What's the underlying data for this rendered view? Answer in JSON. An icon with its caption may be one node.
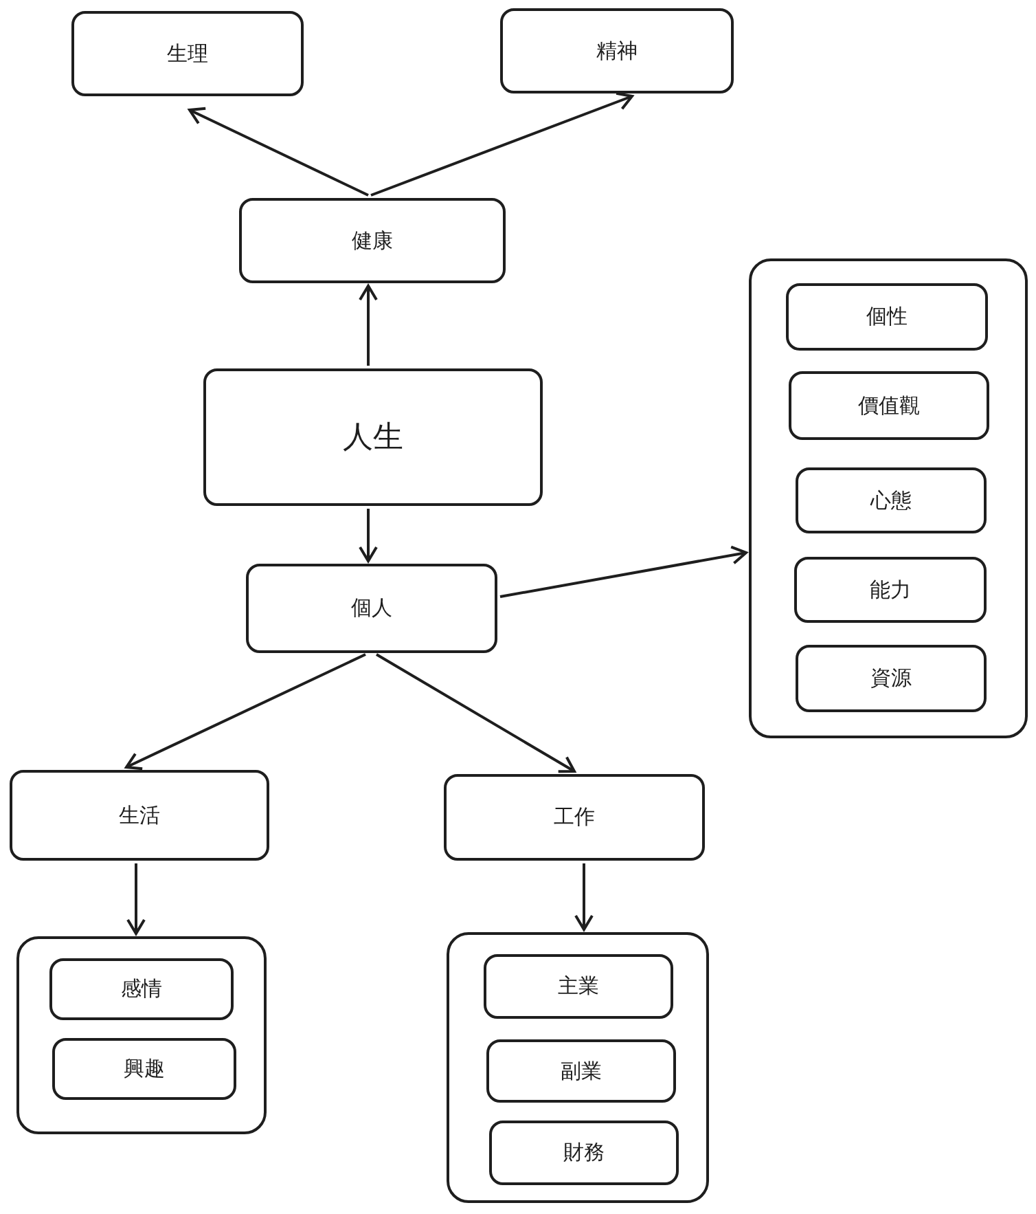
{
  "diagram": {
    "nodes": [
      {
        "text": [
          "生理"
        ]
      },
      {
        "text": [
          "精神"
        ]
      },
      {
        "text": [
          "健康"
        ]
      },
      {
        "text": [
          "人生"
        ]
      },
      {
        "text": [
          "個人"
        ]
      },
      {
        "text": [],
        "shape": "box"
      },
      {
        "text": [
          "個性"
        ],
        "in": 5
      },
      {
        "text": [
          "價值觀"
        ],
        "in": 5
      },
      {
        "text": [
          "心態"
        ],
        "in": 5
      },
      {
        "text": [
          "能力"
        ],
        "in": 5
      },
      {
        "text": [
          "資源"
        ],
        "in": 5
      },
      {
        "text": [
          "生活"
        ]
      },
      {
        "text": [
          "工作"
        ]
      },
      {
        "text": [],
        "shape": "box"
      },
      {
        "text": [
          "感情"
        ],
        "in": 13
      },
      {
        "text": [
          "興趣"
        ],
        "in": 13
      },
      {
        "text": [],
        "shape": "box"
      },
      {
        "text": [
          "主業"
        ],
        "in": 16
      },
      {
        "text": [
          "副業"
        ],
        "in": 16
      },
      {
        "text": [
          "財務"
        ],
        "in": 16
      }
    ],
    "edges": [
      {
        "from": 2,
        "to": 0,
        "arrow": "to"
      },
      {
        "from": 2,
        "to": 1,
        "arrow": "to"
      },
      {
        "from": 3,
        "to": 2,
        "arrow": "to"
      },
      {
        "from": 3,
        "to": 4,
        "arrow": "to"
      },
      {
        "from": 4,
        "to": 5,
        "arrow": "to"
      },
      {
        "from": 4,
        "to": 11,
        "arrow": "to"
      },
      {
        "from": 4,
        "to": 12,
        "arrow": "to"
      },
      {
        "from": 11,
        "to": 13,
        "arrow": "to"
      },
      {
        "from": 12,
        "to": 16,
        "arrow": "to"
      }
    ]
  }
}
